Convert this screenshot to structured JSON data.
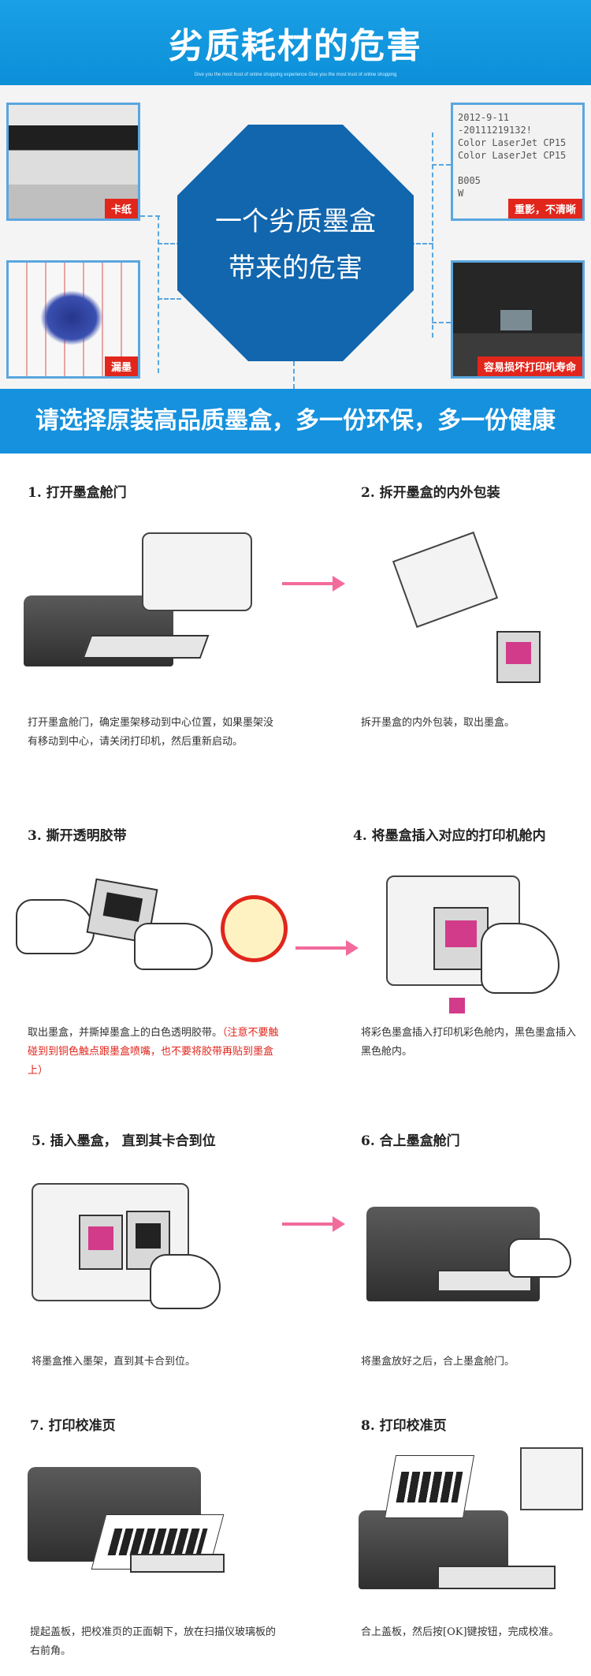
{
  "header": {
    "title": "劣质耗材的危害",
    "tagline": "Give you the most trust of online shopping experience   Give you the most trust of online shopping"
  },
  "hazards": {
    "center_line1": "一个劣质墨盒",
    "center_line2": "带来的危害",
    "photos": [
      {
        "caption": "卡纸"
      },
      {
        "caption": "漏墨"
      },
      {
        "caption": "重影，不清晰",
        "text": "2012-9-11\n-20111219132!\nColor LaserJet CP15\nColor LaserJet CP15\n\nB005\nW"
      },
      {
        "caption": "容易损坏打印机寿命"
      }
    ]
  },
  "slogan": "请选择原装高品质墨盒，多一份环保，多一份健康",
  "steps": [
    {
      "title": "1. 打开墨盒舱门",
      "desc": "打开墨盒舱门，确定墨架移动到中心位置，如果墨架没有移动到中心，请关闭打印机，然后重新启动。"
    },
    {
      "title": "2. 拆开墨盒的内外包装",
      "desc": "拆开墨盒的内外包装，取出墨盒。"
    },
    {
      "title": "3. 撕开透明胶带",
      "desc": "取出墨盒，并撕掉墨盒上的白色透明胶带。",
      "warn": "（注意不要触碰到到铜色触点跟墨盒喷嘴，也不要将胶带再贴到墨盒上）"
    },
    {
      "title": "4. 将墨盒插入对应的打印机舱内",
      "desc": "将彩色墨盒插入打印机彩色舱内，黑色墨盒插入黑色舱内。"
    },
    {
      "title": "5. 插入墨盒，  直到其卡合到位",
      "desc": "将墨盒推入墨架，直到其卡合到位。"
    },
    {
      "title": "6. 合上墨盒舱门",
      "desc": "将墨盒放好之后，合上墨盒舱门。"
    },
    {
      "title": "7. 打印校准页",
      "desc": "提起盖板，把校准页的正面朝下，放在扫描仪玻璃板的右前角。"
    },
    {
      "title": "8. 打印校准页",
      "desc": "合上盖板，然后按[OK]键按钮，完成校准。"
    }
  ],
  "colors": {
    "header_blue": "#0c8fd8",
    "octagon_blue": "#1166ad",
    "caption_red": "#e1261c",
    "arrow_pink": "#f26b9c"
  }
}
